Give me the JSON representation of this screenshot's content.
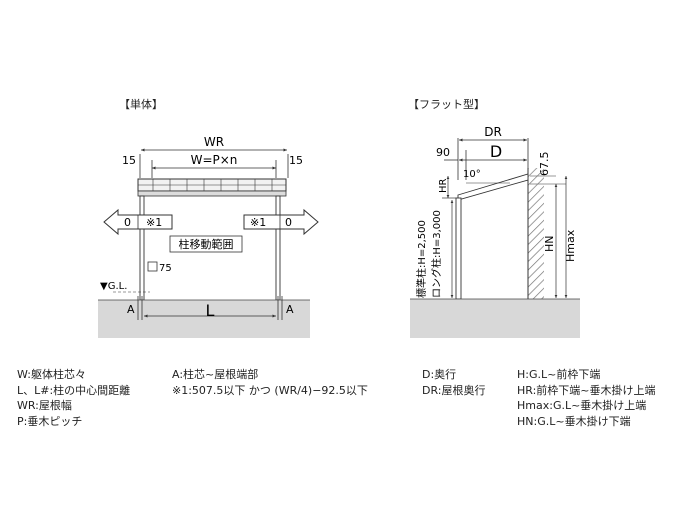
{
  "left_diagram": {
    "title": "【単体】",
    "dims": {
      "wr": "WR",
      "w_eq": "W=P×n",
      "side_left": "15",
      "side_right": "15",
      "l": "L",
      "a_left": "A",
      "a_right": "A",
      "post": "75"
    },
    "move_left": {
      "zero": "0",
      "note": "※1"
    },
    "move_right": {
      "zero": "0",
      "note": "※1"
    },
    "range_label": "柱移動範囲",
    "ground_label": "▼G.L."
  },
  "right_diagram": {
    "title": "【フラット型】",
    "dims": {
      "dr": "DR",
      "d": "D",
      "ninety": "90",
      "angle": "10°",
      "sixty_seven": "67.5",
      "hr": "HR",
      "hn": "HN",
      "hmax": "Hmax",
      "std_post": "標準柱:H=2,500",
      "long_post": "ロング柱:H=3,000"
    }
  },
  "legend": {
    "col1": [
      "W:躯体柱芯々",
      "L、L#:柱の中心間距離",
      "WR:屋根幅",
      "P:垂木ピッチ"
    ],
    "col2": [
      "A:柱芯~屋根端部",
      "※1:507.5以下 かつ (WR/4)−92.5以下"
    ],
    "col3": [
      "D:奥行",
      "DR:屋根奥行"
    ],
    "col4": [
      "H:G.L~前枠下端",
      "HR:前枠下端~垂木掛け上端",
      "Hmax:G.L~垂木掛け上端",
      "HN:G.L~垂木掛け下端"
    ]
  }
}
